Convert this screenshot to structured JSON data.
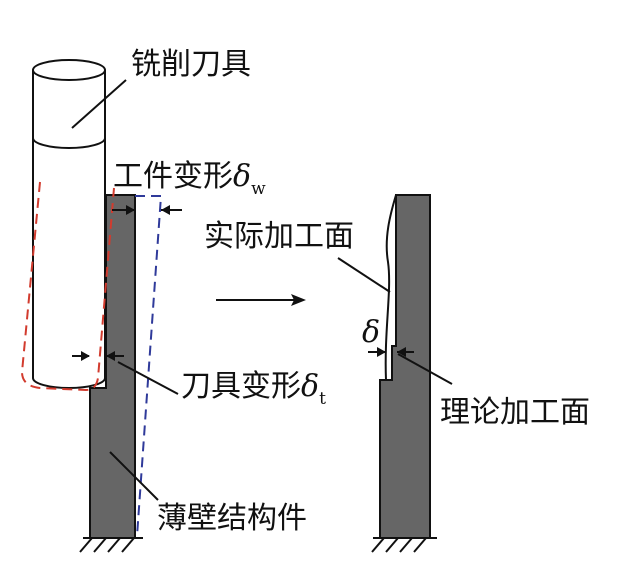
{
  "labels": {
    "milling_tool": "铣削刀具",
    "workpiece_deformation": "工件变形",
    "workpiece_delta_sub": "w",
    "actual_surface": "实际加工面",
    "tool_deformation": "刀具变形",
    "tool_delta_sub": "t",
    "thin_wall_part": "薄壁结构件",
    "theoretical_surface": "理论加工面",
    "delta_symbol": "δ"
  },
  "colors": {
    "wall_fill": "#666666",
    "outline": "#111111",
    "tool_deflection_dash": "#d23b2e",
    "workpiece_deflection_dash": "#2f3a9a"
  },
  "icons": {
    "arrow": "right-arrow",
    "ground": "hatched-ground-support"
  }
}
